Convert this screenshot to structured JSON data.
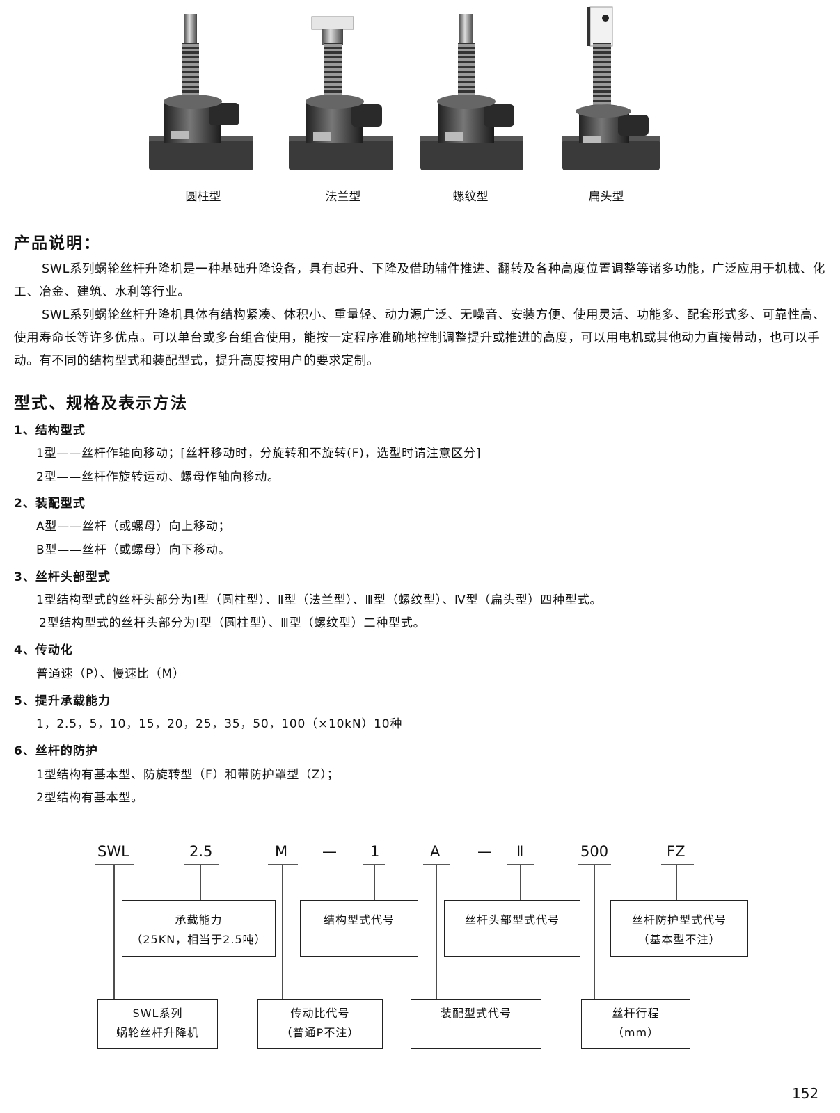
{
  "products": [
    {
      "name": "cylinder-head-jack",
      "caption": "圆柱型"
    },
    {
      "name": "flange-head-jack",
      "caption": "法兰型"
    },
    {
      "name": "threaded-head-jack",
      "caption": "螺纹型"
    },
    {
      "name": "flat-head-jack",
      "caption": "扁头型"
    }
  ],
  "description": {
    "heading": "产品说明：",
    "p1": "SWL系列蜗轮丝杆升降机是一种基础升降设备，具有起升、下降及借助辅件推进、翻转及各种高度位置调整等诸多功能，广泛应用于机械、化工、冶金、建筑、水利等行业。",
    "p2": "SWL系列蜗轮丝杆升降机具体有结构紧凑、体积小、重量轻、动力源广泛、无噪音、安装方便、使用灵活、功能多、配套形式多、可靠性高、使用寿命长等许多优点。可以单台或多台组合使用，能按一定程序准确地控制调整提升或推进的高度，可以用电机或其他动力直接带动，也可以手动。有不同的结构型式和装配型式，提升高度按用户的要求定制。"
  },
  "spec": {
    "heading": "型式、规格及表示方法",
    "s1": {
      "title": "1、结构型式",
      "l1": "1型——丝杆作轴向移动；[丝杆移动时，分旋转和不旋转(F)，选型时请注意区分]",
      "l2": "2型——丝杆作旋转运动、螺母作轴向移动。"
    },
    "s2": {
      "title": "2、装配型式",
      "l1": "A型——丝杆（或螺母）向上移动；",
      "l2": "B型——丝杆（或螺母）向下移动。"
    },
    "s3": {
      "title": "3、丝杆头部型式",
      "l1": "1型结构型式的丝杆头部分为Ⅰ型（圆柱型）、Ⅱ型（法兰型）、Ⅲ型（螺纹型）、Ⅳ型（扁头型）四种型式。",
      "l2": "2型结构型式的丝杆头部分为Ⅰ型（圆柱型）、Ⅲ型（螺纹型）二种型式。"
    },
    "s4": {
      "title": "4、传动化",
      "l1": "普通速（P）、慢速比（M）"
    },
    "s5": {
      "title": "5、提升承载能力",
      "l1": "1，2.5，5，10，15，20，25，35，50，100（×10kN）10种"
    },
    "s6": {
      "title": "6、丝杆的防护",
      "l1": "1型结构有基本型、防旋转型（F）和带防护罩型（Z）；",
      "l2": "2型结构有基本型。"
    }
  },
  "code_diagram": {
    "codes": [
      "SWL",
      "2.5",
      "M",
      "—",
      "1",
      "A",
      "—",
      "Ⅱ",
      "500",
      "FZ"
    ],
    "upper_boxes": [
      {
        "l1": "承载能力",
        "l2": "（25KN，相当于2.5吨）"
      },
      {
        "l1": "结构型式代号",
        "l2": ""
      },
      {
        "l1": "丝杆头部型式代号",
        "l2": ""
      },
      {
        "l1": "丝杆防护型式代号",
        "l2": "（基本型不注）"
      }
    ],
    "lower_boxes": [
      {
        "l1": "SWL系列",
        "l2": "蜗轮丝杆升降机"
      },
      {
        "l1": "传动比代号",
        "l2": "（普通P不注）"
      },
      {
        "l1": "装配型式代号",
        "l2": ""
      },
      {
        "l1": "丝杆行程",
        "l2": "（mm）"
      }
    ]
  },
  "page_number": "152"
}
